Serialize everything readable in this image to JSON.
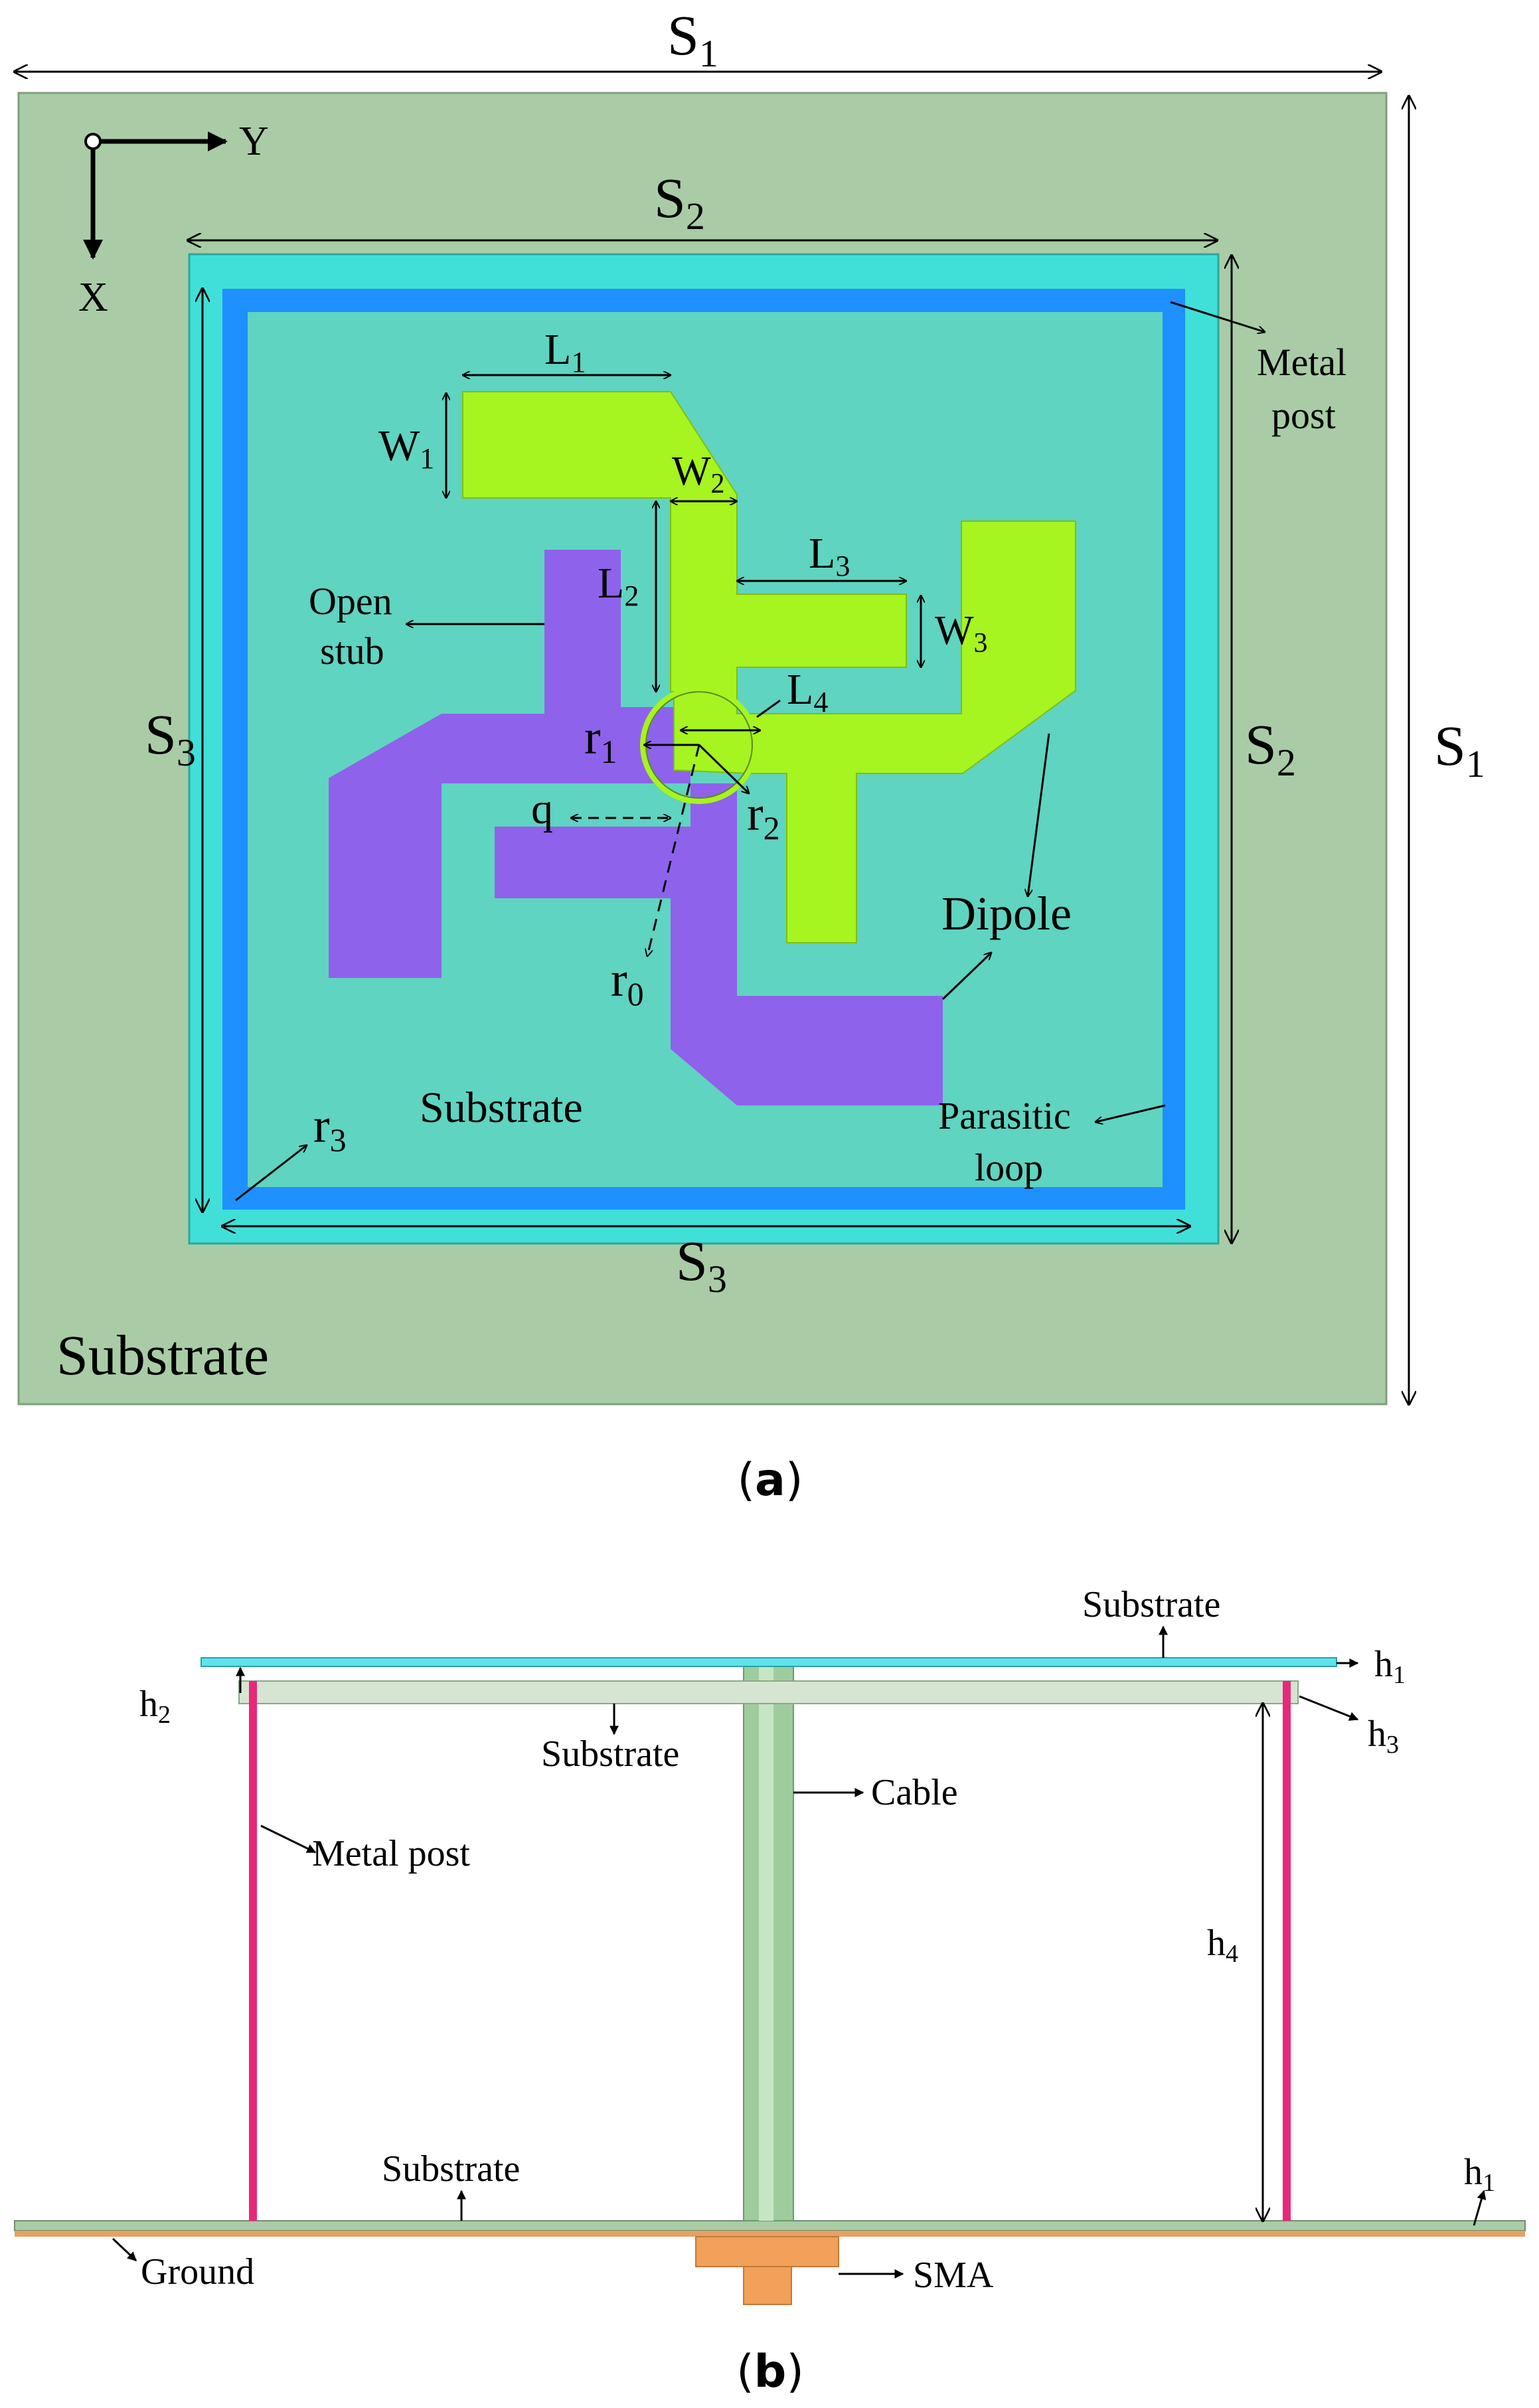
{
  "figure": {
    "panel_a": {
      "caption": "a",
      "axes": {
        "y": "Y",
        "x": "X"
      },
      "dims": {
        "S1": {
          "base": "S",
          "sub": "1"
        },
        "S2": {
          "base": "S",
          "sub": "2"
        },
        "S3": {
          "base": "S",
          "sub": "3"
        },
        "L1": {
          "base": "L",
          "sub": "1"
        },
        "L2": {
          "base": "L",
          "sub": "2"
        },
        "L3": {
          "base": "L",
          "sub": "3"
        },
        "L4": {
          "base": "L",
          "sub": "4"
        },
        "W1": {
          "base": "W",
          "sub": "1"
        },
        "W2": {
          "base": "W",
          "sub": "2"
        },
        "W3": {
          "base": "W",
          "sub": "3"
        },
        "r0": {
          "base": "r",
          "sub": "0"
        },
        "r1": {
          "base": "r",
          "sub": "1"
        },
        "r2": {
          "base": "r",
          "sub": "2"
        },
        "r3": {
          "base": "r",
          "sub": "3"
        },
        "q": "q"
      },
      "labels": {
        "metal_post_1": "Metal",
        "metal_post_2": "post",
        "open_stub_1": "Open",
        "open_stub_2": "stub",
        "dipole": "Dipole",
        "parasitic_1": "Parasitic",
        "parasitic_2": "loop",
        "substrate_inner": "Substrate",
        "substrate_outer": "Substrate"
      }
    },
    "panel_b": {
      "caption": "b",
      "labels": {
        "substrate_top": "Substrate",
        "substrate_mid": "Substrate",
        "substrate_bottom": "Substrate",
        "cable": "Cable",
        "metal_post": "Metal post",
        "ground": "Ground",
        "sma": "SMA"
      },
      "dims": {
        "h1_top": {
          "base": "h",
          "sub": "1"
        },
        "h1_bottom": {
          "base": "h",
          "sub": "1"
        },
        "h2": {
          "base": "h",
          "sub": "2"
        },
        "h3": {
          "base": "h",
          "sub": "3"
        },
        "h4": {
          "base": "h",
          "sub": "4"
        }
      }
    },
    "colors": {
      "outer_substrate": "#a9cca6",
      "inner_substrate_light": "#40e0d8",
      "metal_loop": "#1e90ff",
      "inner_area": "#5fd4c0",
      "dipole": "#a6f420",
      "purple": "#8f62ec",
      "metal_post_pink": "#e6297a",
      "cable": "#9fcc9c",
      "ground": "#e8a060",
      "sma": "#f2a05a"
    }
  }
}
